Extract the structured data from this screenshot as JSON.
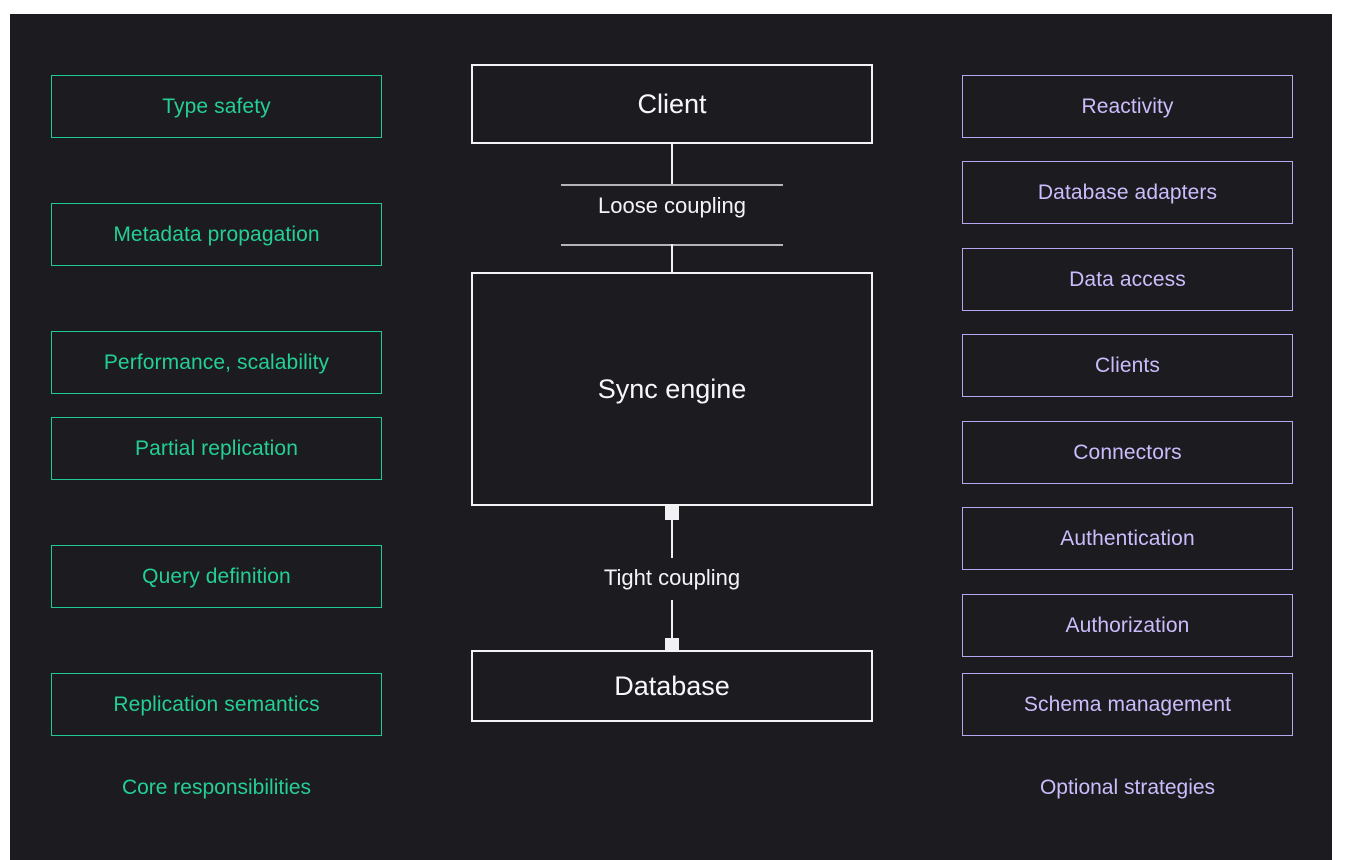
{
  "canvas": {
    "background": "#1b1b20",
    "page_background": "#ffffff"
  },
  "colors": {
    "core_accent": "#24cf93",
    "optional_accent": "#ccbcfb",
    "node_stroke": "#f4f4f6",
    "rule_gray": "#b4b4ba"
  },
  "left_column": {
    "caption": "Core responsibilities",
    "items": [
      {
        "label": "Type safety"
      },
      {
        "label": "Metadata propagation"
      },
      {
        "label": "Performance, scalability"
      },
      {
        "label": "Partial replication"
      },
      {
        "label": "Query definition"
      },
      {
        "label": "Replication semantics"
      }
    ]
  },
  "right_column": {
    "caption": "Optional strategies",
    "items": [
      {
        "label": "Reactivity"
      },
      {
        "label": "Database adapters"
      },
      {
        "label": "Data access"
      },
      {
        "label": "Clients"
      },
      {
        "label": "Connectors"
      },
      {
        "label": "Authentication"
      },
      {
        "label": "Authorization"
      },
      {
        "label": "Schema management"
      }
    ]
  },
  "center_column": {
    "nodes": [
      {
        "label": "Client"
      },
      {
        "label": "Sync engine"
      },
      {
        "label": "Database"
      }
    ],
    "connectors": [
      {
        "label": "Loose coupling"
      },
      {
        "label": "Tight coupling"
      }
    ]
  }
}
